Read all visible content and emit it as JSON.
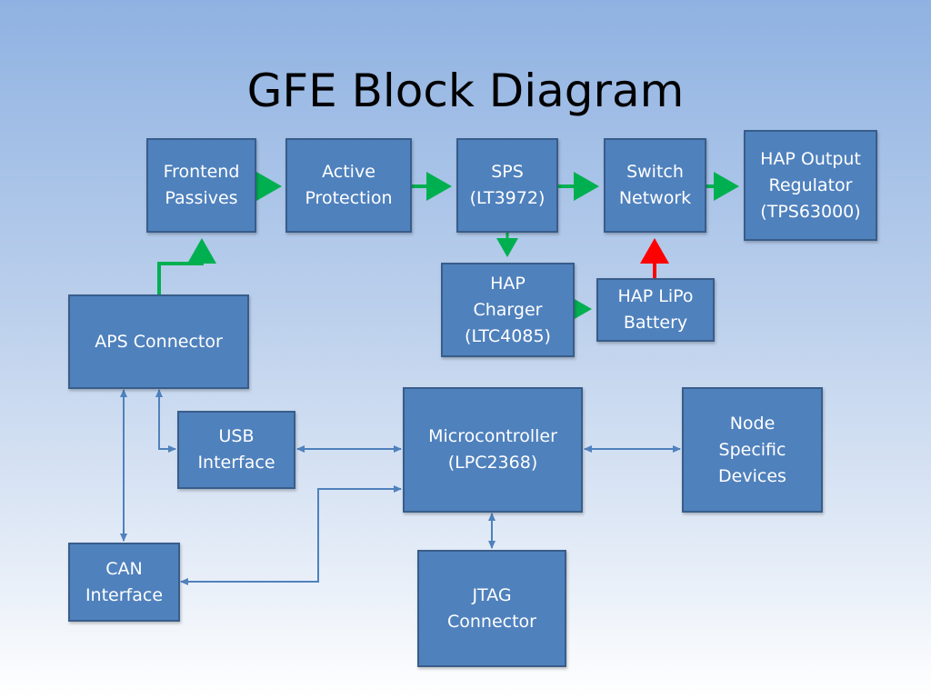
{
  "slide": {
    "title": "GFE Block Diagram"
  },
  "blocks": {
    "frontend_passives": "Frontend\nPassives",
    "active_protection": "Active\nProtection",
    "sps": "SPS\n(LT3972)",
    "switch_network": "Switch\nNetwork",
    "hap_output_regulator": "HAP Output\nRegulator\n(TPS63000)",
    "hap_charger": "HAP\nCharger\n(LTC4085)",
    "hap_lipo_battery": "HAP LiPo\nBattery",
    "aps_connector": "APS Connector",
    "usb_interface": "USB\nInterface",
    "microcontroller": "Microcontroller\n(LPC2368)",
    "node_specific_devices": "Node\nSpecific\nDevices",
    "can_interface": "CAN\nInterface",
    "jtag_connector": "JTAG\nConnector"
  },
  "colors": {
    "block_fill": "#4f81bd",
    "block_border": "#385d8a",
    "power_arrow": "#00b050",
    "battery_arrow": "#ff0000",
    "data_arrow": "#4f81bd"
  }
}
